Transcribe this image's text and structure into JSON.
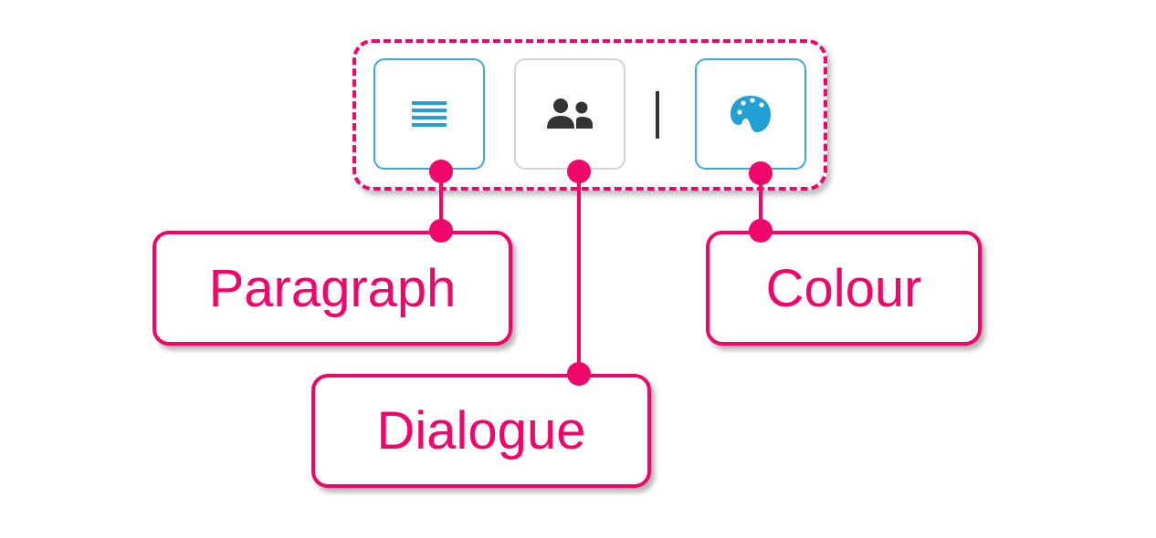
{
  "toolbar": {
    "buttons": [
      {
        "icon": "paragraph-icon",
        "state": "active"
      },
      {
        "icon": "dialogue-icon",
        "state": "inactive"
      },
      {
        "icon": "palette-icon",
        "state": "active"
      }
    ]
  },
  "callouts": {
    "paragraph": "Paragraph",
    "dialogue": "Dialogue",
    "colour": "Colour"
  },
  "colors": {
    "accent": "#f0056a",
    "icon_blue": "#229fd3",
    "icon_dark": "#333333"
  }
}
